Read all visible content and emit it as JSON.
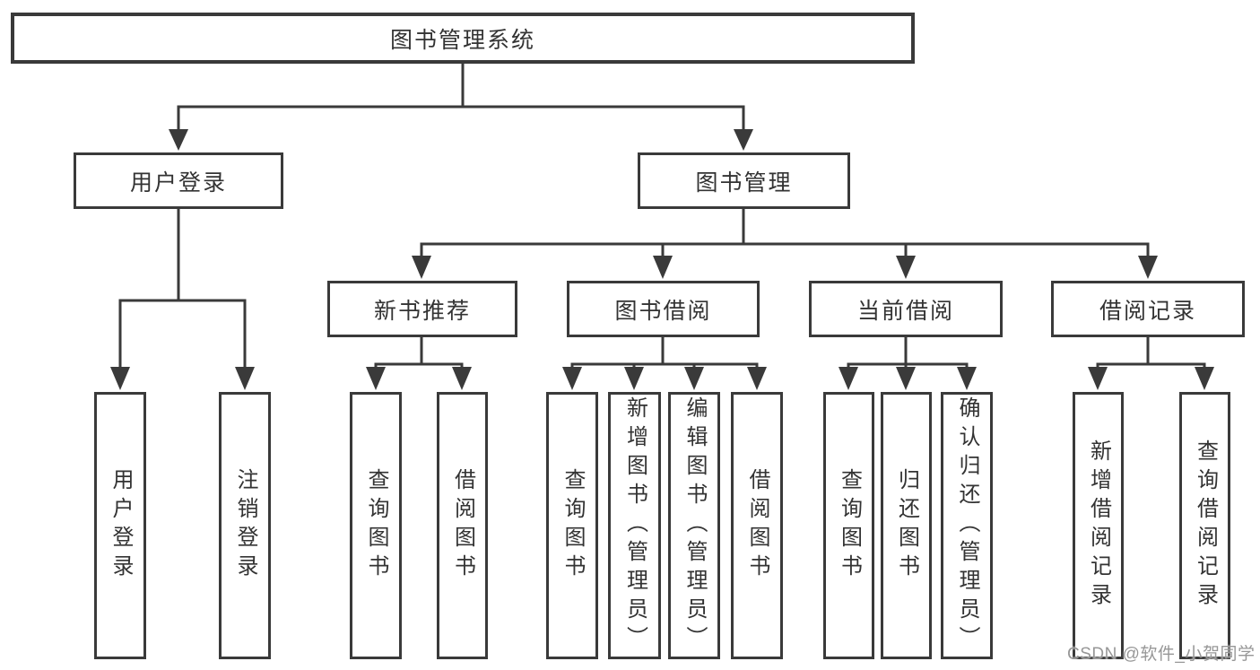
{
  "colors": {
    "background": "#ffffff",
    "line": "#3a3a3a",
    "node_border": "#3a3a3a",
    "node_text": "#333333",
    "watermark_text": "#979797"
  },
  "watermark": {
    "text": "CSDN @软件_小贺同学"
  },
  "tree": {
    "root": {
      "label": "图书管理系统"
    },
    "branches": [
      {
        "label": "用户登录",
        "children": [
          {
            "label": "用户登录"
          },
          {
            "label": "注销登录"
          }
        ]
      },
      {
        "label": "图书管理",
        "sections": [
          {
            "label": "新书推荐",
            "children": [
              {
                "label": "查询图书"
              },
              {
                "label": "借阅图书"
              }
            ]
          },
          {
            "label": "图书借阅",
            "children": [
              {
                "label": "查询图书"
              },
              {
                "label": "新增图书（管理员）"
              },
              {
                "label": "编辑图书（管理员）"
              },
              {
                "label": "借阅图书"
              }
            ]
          },
          {
            "label": "当前借阅",
            "children": [
              {
                "label": "查询图书"
              },
              {
                "label": "归还图书"
              },
              {
                "label": "确认归还（管理员）"
              }
            ]
          },
          {
            "label": "借阅记录",
            "children": [
              {
                "label": "新增借阅记录"
              },
              {
                "label": "查询借阅记录"
              }
            ]
          }
        ]
      }
    ]
  }
}
